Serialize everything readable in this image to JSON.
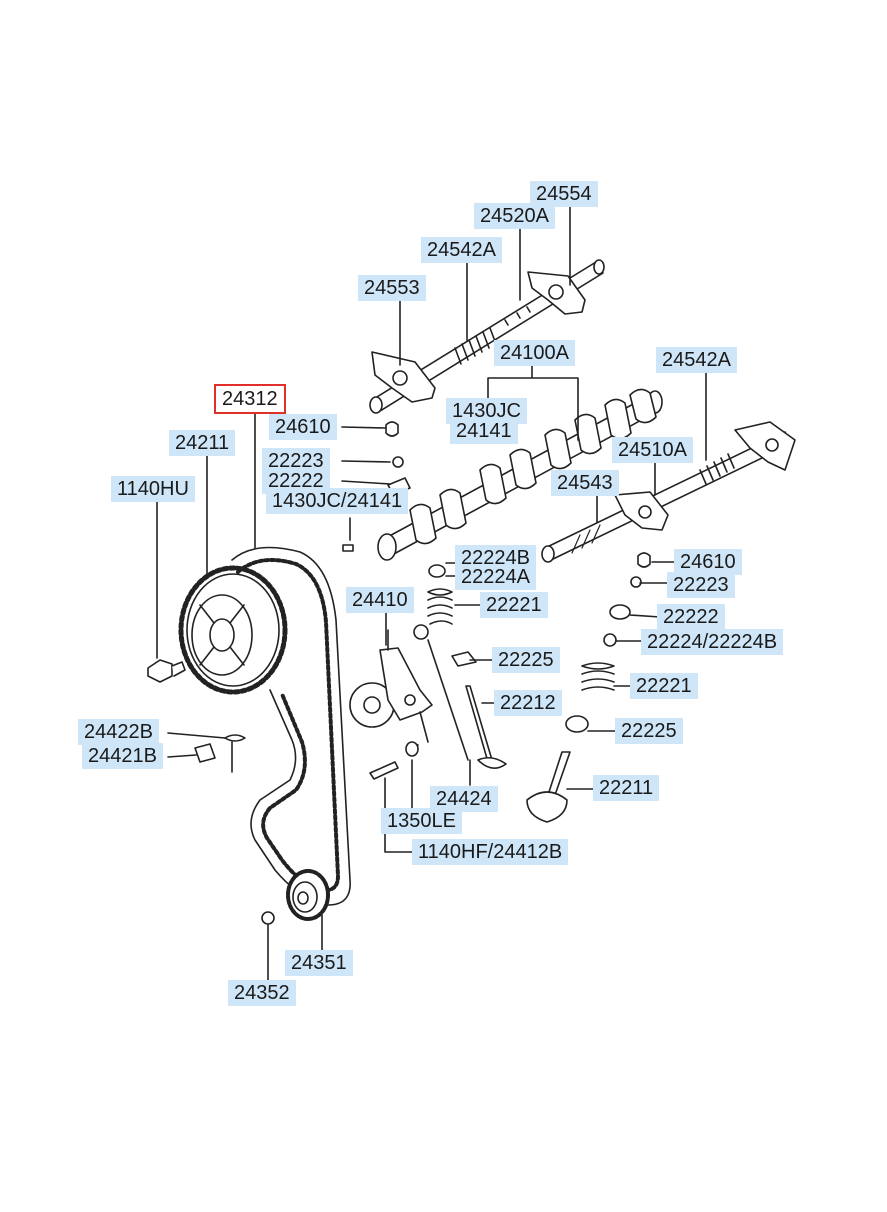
{
  "colors": {
    "label_bg": "#cfe6f8",
    "selected_outline": "#e0302a",
    "line": "#222222"
  },
  "selected_part": "24312",
  "labels": {
    "l24554": "24554",
    "l24520A": "24520A",
    "l24542A_top": "24542A",
    "l24553": "24553",
    "l24100A": "24100A",
    "l24542A_right": "24542A",
    "l1430JC": "1430JC",
    "l24141": "24141",
    "l24312": "24312",
    "l24610_left": "24610",
    "l24211": "24211",
    "l22223_left": "22223",
    "l22222_left": "22222",
    "l1430JC_24141": "1430JC/24141",
    "l24510A": "24510A",
    "l1140HU": "1140HU",
    "l24543": "24543",
    "l22224B": "22224B",
    "l22224A": "22224A",
    "l24610_right": "24610",
    "l22223_right": "22223",
    "l24410": "24410",
    "l22221_left": "22221",
    "l22222_right": "22222",
    "l22224_22224B": "22224/22224B",
    "l22225_left": "22225",
    "l22221_right": "22221",
    "l22212": "22212",
    "l22225_right": "22225",
    "l24422B": "24422B",
    "l24421B": "24421B",
    "l22211": "22211",
    "l24424": "24424",
    "l1350LE": "1350LE",
    "l1140HF_24412B": "1140HF/24412B",
    "l24351": "24351",
    "l24352": "24352"
  }
}
